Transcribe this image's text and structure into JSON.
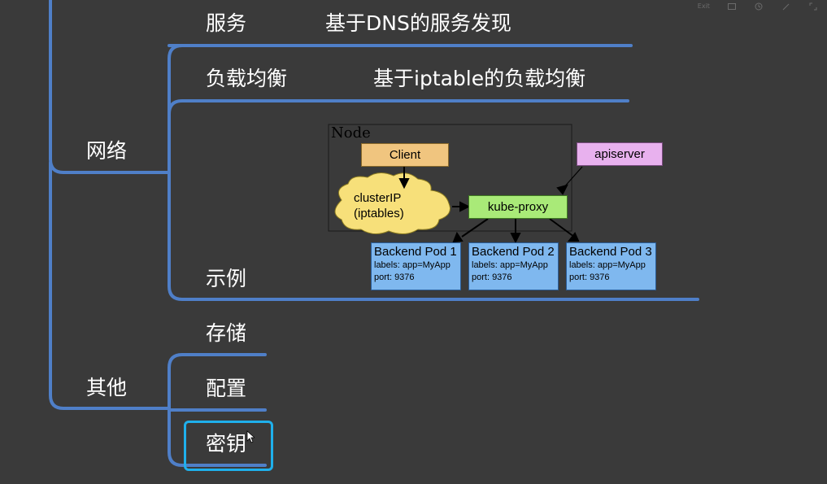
{
  "toolbar": {
    "exit_label": "Exit",
    "buttons": [
      "screen-icon",
      "history-icon",
      "pen-icon",
      "expand-icon"
    ]
  },
  "mindmap": {
    "network": {
      "label": "网络",
      "service": {
        "label": "服务",
        "detail": "基于DNS的服务发现"
      },
      "load_balance": {
        "label": "负载均衡",
        "detail": "基于iptable的负载均衡"
      },
      "example": {
        "label": "示例"
      }
    },
    "other": {
      "label": "其他",
      "storage": {
        "label": "存储"
      },
      "config": {
        "label": "配置"
      },
      "secret": {
        "label": "密钥"
      }
    }
  },
  "diagram": {
    "node_label": "Node",
    "client": "Client",
    "cluster_ip": [
      "clusterIP",
      "(iptables)"
    ],
    "apiserver": "apiserver",
    "kube_proxy": "kube-proxy",
    "pods": [
      {
        "title": "Backend Pod 1",
        "labels": "labels: app=MyApp",
        "port": "port: 9376"
      },
      {
        "title": "Backend Pod 2",
        "labels": "labels: app=MyApp",
        "port": "port: 9376"
      },
      {
        "title": "Backend Pod 3",
        "labels": "labels: app=MyApp",
        "port": "port: 9376"
      }
    ],
    "colors": {
      "client": "#f0c57f",
      "cloud": "#f7e07a",
      "apiserver": "#e8b1ee",
      "kube_proxy": "#a9ea78",
      "pod": "#7fb8ef",
      "branch_line": "#4f7fc8",
      "selection": "#1fb0ec"
    }
  }
}
